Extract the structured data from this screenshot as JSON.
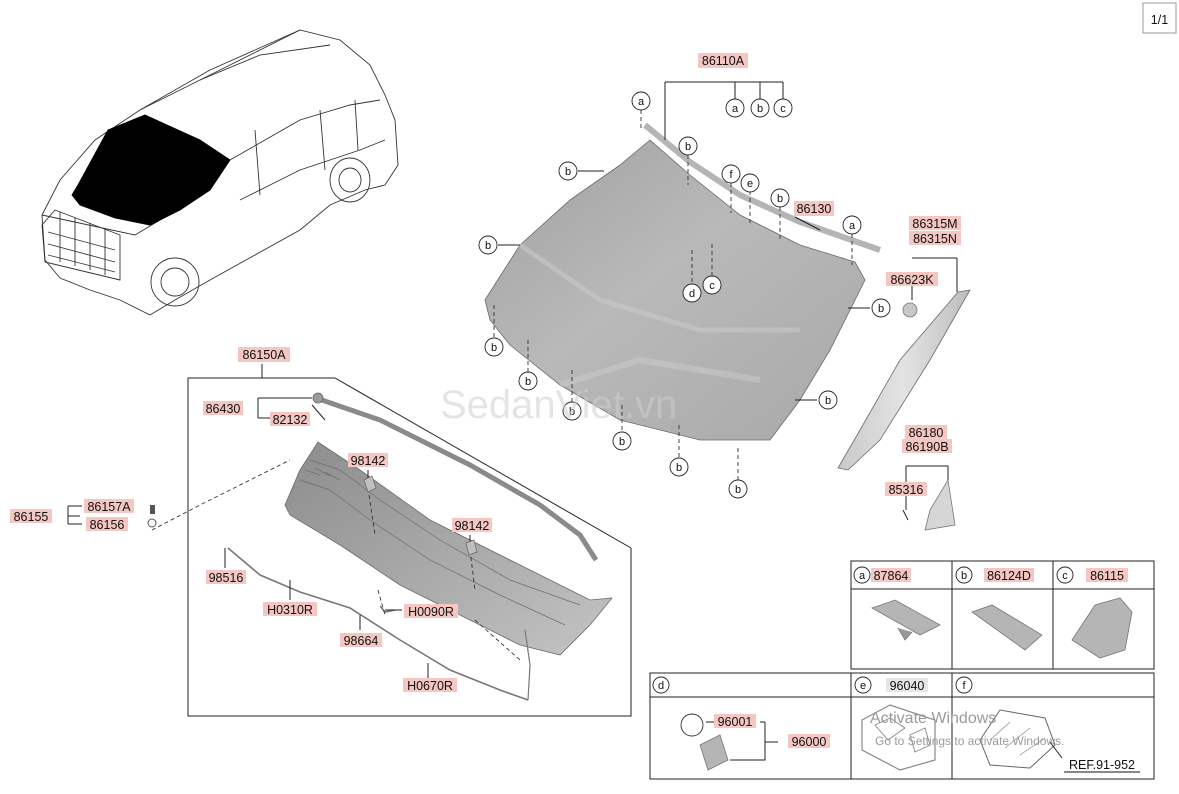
{
  "page_indicator": "1/1",
  "watermark": "SedanViet.vn",
  "activation": {
    "title": "Activate Windows",
    "subtitle": "Go to Settings to activate Windows."
  },
  "parts": {
    "p86110A": "86110A",
    "p86130": "86130",
    "p86315M": "86315M",
    "p86315N": "86315N",
    "p86623K": "86623K",
    "p86180": "86180",
    "p86190B": "86190B",
    "p85316": "85316",
    "p86150A": "86150A",
    "p86430": "86430",
    "p82132": "82132",
    "p98142a": "98142",
    "p98142b": "98142",
    "p86155": "86155",
    "p86157A": "86157A",
    "p86156": "86156",
    "p98516": "98516",
    "pH0310R": "H0310R",
    "pH0090R": "H0090R",
    "p98664": "98664",
    "pH0670R": "H0670R"
  },
  "callouts": {
    "a": "a",
    "b": "b",
    "c": "c",
    "d": "d",
    "e": "e",
    "f": "f"
  },
  "legend": {
    "a": "87864",
    "b": "86124D",
    "c": "86115",
    "d_parts": [
      "96001",
      "96000"
    ],
    "e": "96040",
    "f_ref": "REF.91-952"
  }
}
